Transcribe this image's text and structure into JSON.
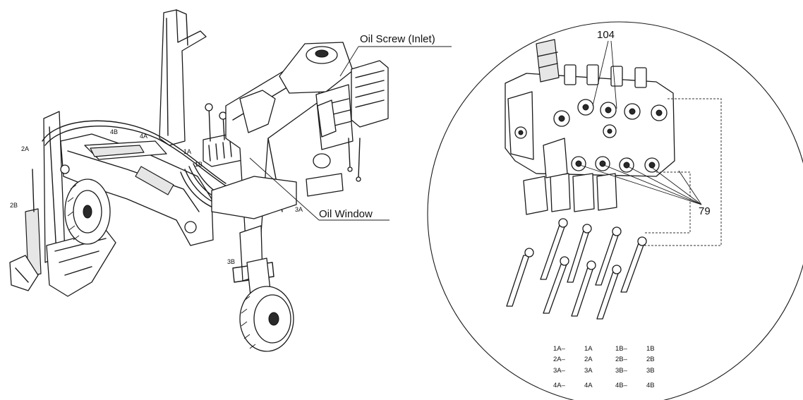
{
  "callouts": {
    "oil_screw": "Oil Screw (Inlet)",
    "oil_window": "Oil Window"
  },
  "hose_tags": {
    "t2a": "2A",
    "t4b": "4B",
    "t4a": "4A",
    "t1a": "1A",
    "t1b": "1B",
    "t2b": "2B",
    "t3a": "3A",
    "t3b": "3B"
  },
  "part_numbers": {
    "p104": "104",
    "p79": "79"
  },
  "legend": {
    "rows": [
      [
        "1A–",
        "1A",
        "1B–",
        "1B"
      ],
      [
        "2A–",
        "2A",
        "2B–",
        "2B"
      ],
      [
        "3A–",
        "3A",
        "3B–",
        "3B"
      ],
      [
        "4A–",
        "4A",
        "4B–",
        "4B"
      ]
    ]
  }
}
